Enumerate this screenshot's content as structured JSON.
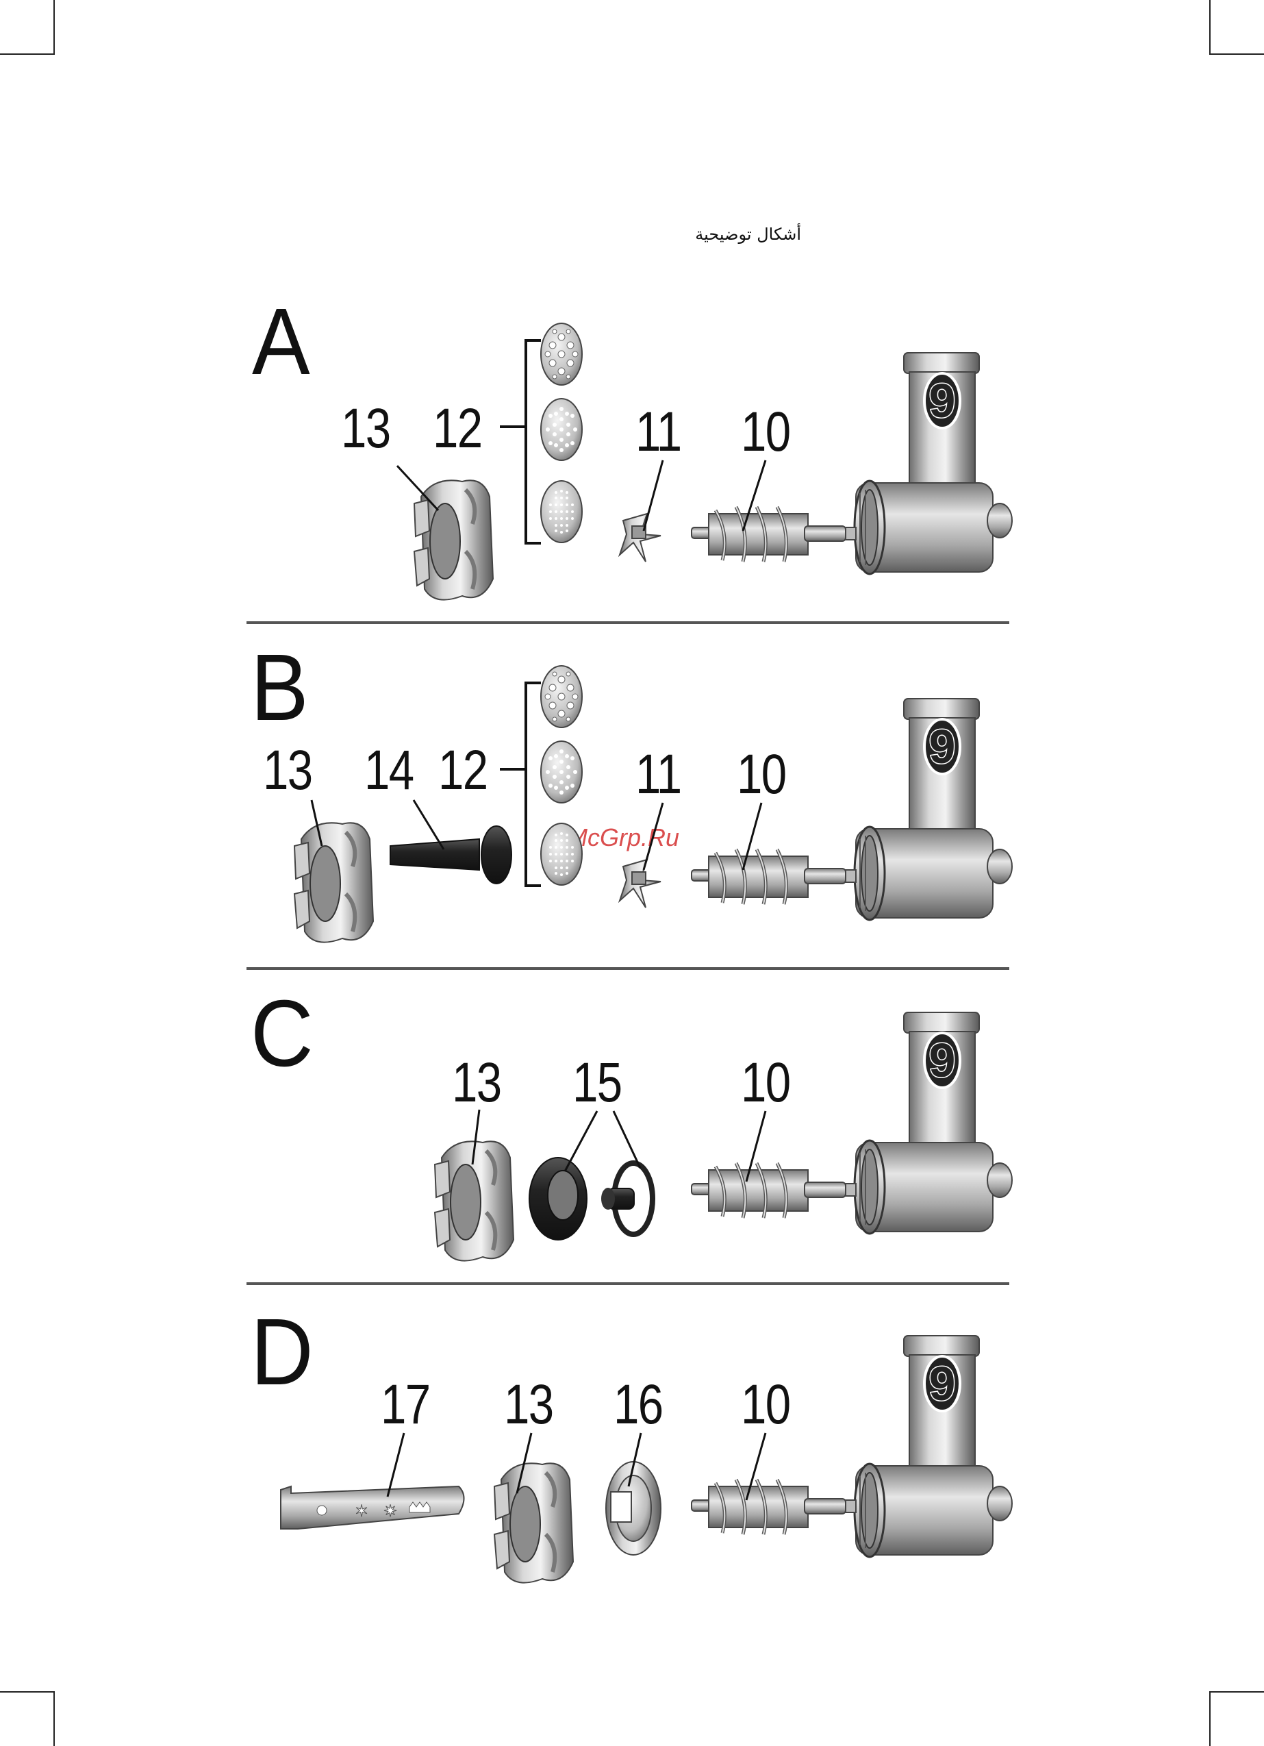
{
  "page": {
    "arabic_heading": "أشكال توضيحية",
    "watermark": "McGrp.Ru"
  },
  "sections": [
    {
      "letter": "A",
      "labels": [
        "13",
        "12",
        "11",
        "10",
        "9"
      ]
    },
    {
      "letter": "B",
      "labels": [
        "13",
        "14",
        "12",
        "11",
        "10",
        "9"
      ]
    },
    {
      "letter": "C",
      "labels": [
        "13",
        "15",
        "10",
        "9"
      ]
    },
    {
      "letter": "D",
      "labels": [
        "17",
        "13",
        "16",
        "10",
        "9"
      ]
    }
  ]
}
